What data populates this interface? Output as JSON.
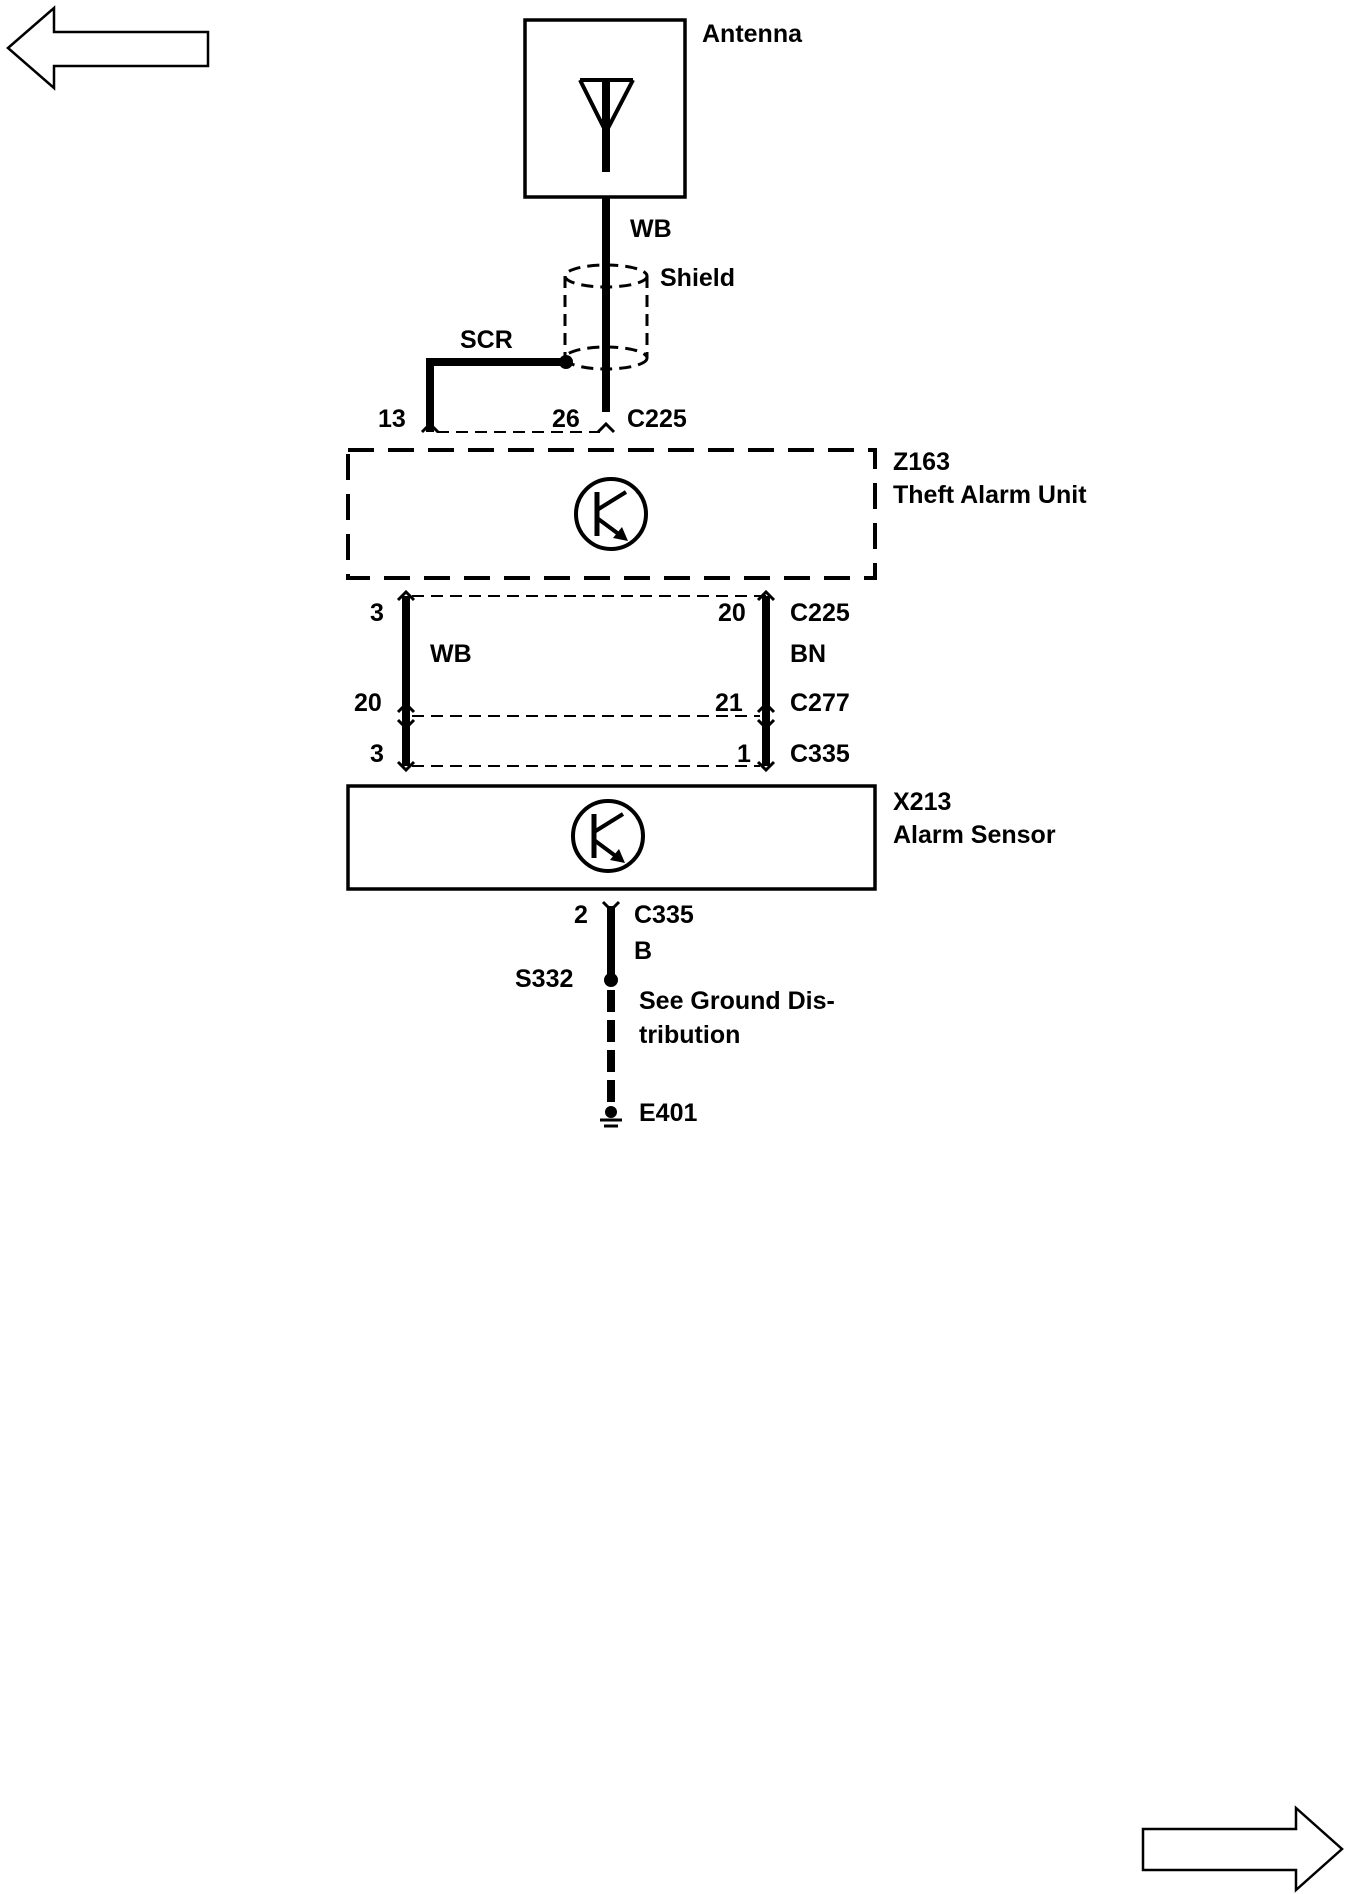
{
  "navigation": {
    "back_icon": "left-arrow-icon",
    "forward_icon": "right-arrow-icon"
  },
  "antenna": {
    "label": "Antenna",
    "icon": "antenna-icon"
  },
  "cable": {
    "top_wire_color": "WB",
    "shield_label": "Shield",
    "screen_label": "SCR"
  },
  "connector_c225_top": {
    "id": "C225",
    "pin_left": "13",
    "pin_right": "26"
  },
  "theft_alarm_unit": {
    "id": "Z163",
    "name": "Theft Alarm Unit",
    "icon": "transistor-icon"
  },
  "wiring": {
    "c225": {
      "id": "C225",
      "pin_left": "3",
      "pin_right": "20"
    },
    "left_wire_color": "WB",
    "right_wire_color": "BN",
    "c277": {
      "id": "C277",
      "pin_left": "20",
      "pin_right": "21"
    },
    "c335": {
      "id": "C335",
      "pin_left": "3",
      "pin_right": "1"
    }
  },
  "alarm_sensor": {
    "id": "X213",
    "name": "Alarm Sensor",
    "icon": "transistor-icon"
  },
  "ground": {
    "connector": "C335",
    "pin": "2",
    "wire_color": "B",
    "splice": "S332",
    "note_line1": "See Ground Dis-",
    "note_line2": "tribution",
    "ground_point": "E401",
    "icon": "ground-icon"
  }
}
